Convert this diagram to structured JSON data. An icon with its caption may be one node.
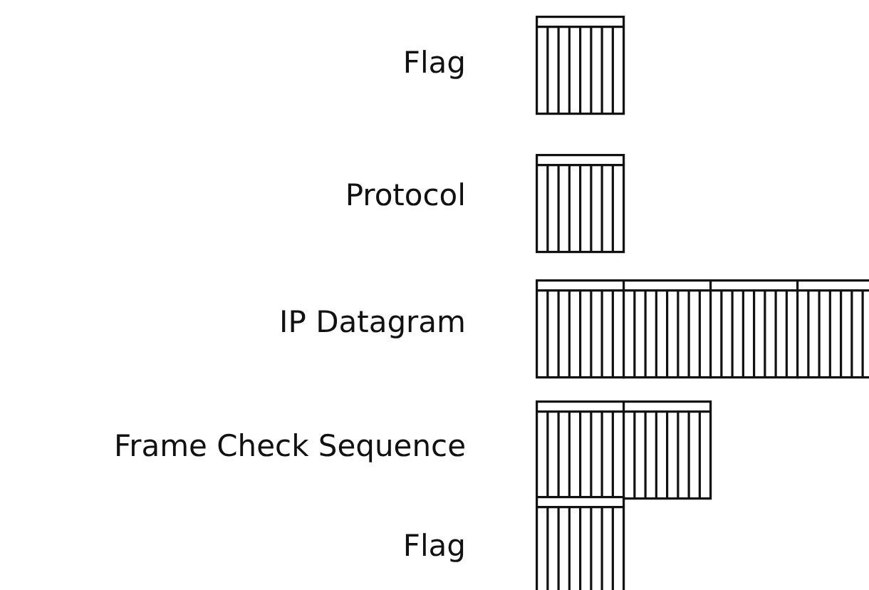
{
  "diagram": {
    "labels": [
      "Flag",
      "Protocol",
      "IP Datagram",
      "Frame Check Sequence",
      "Flag"
    ]
  }
}
